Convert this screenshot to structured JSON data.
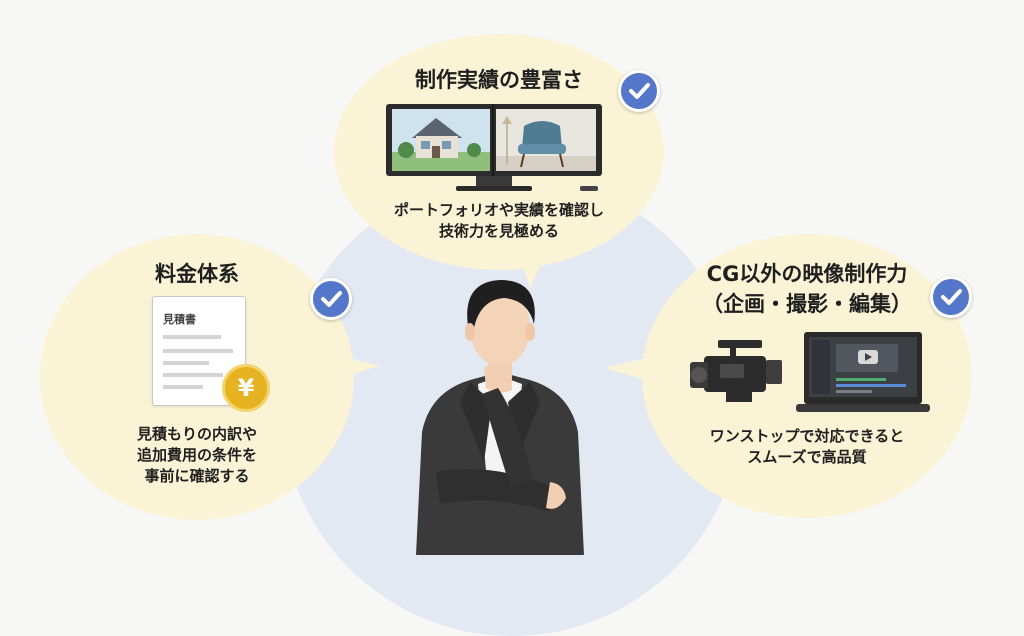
{
  "top": {
    "title": "制作実績の豊富さ",
    "desc_line1": "ポートフォリオや実績を確認し",
    "desc_line2": "技術力を見極める"
  },
  "left": {
    "title": "料金体系",
    "doc_label": "見積書",
    "coin_symbol": "¥",
    "desc_line1": "見積もりの内訳や",
    "desc_line2": "追加費用の条件を",
    "desc_line3": "事前に確認する"
  },
  "right": {
    "title_line1": "CG以外の映像制作力",
    "title_line2": "（企画・撮影・編集）",
    "desc_line1": "ワンストップで対応できると",
    "desc_line2": "スムーズで高品質"
  },
  "colors": {
    "bubble": "#fbf3d6",
    "center_circle": "#e3e9f3",
    "check": "#5577c9",
    "coin": "#e6b320"
  },
  "icons": [
    "check-icon",
    "monitor-icon",
    "house-icon",
    "chair-icon",
    "document-icon",
    "yen-coin-icon",
    "video-camera-icon",
    "laptop-icon",
    "play-icon"
  ]
}
